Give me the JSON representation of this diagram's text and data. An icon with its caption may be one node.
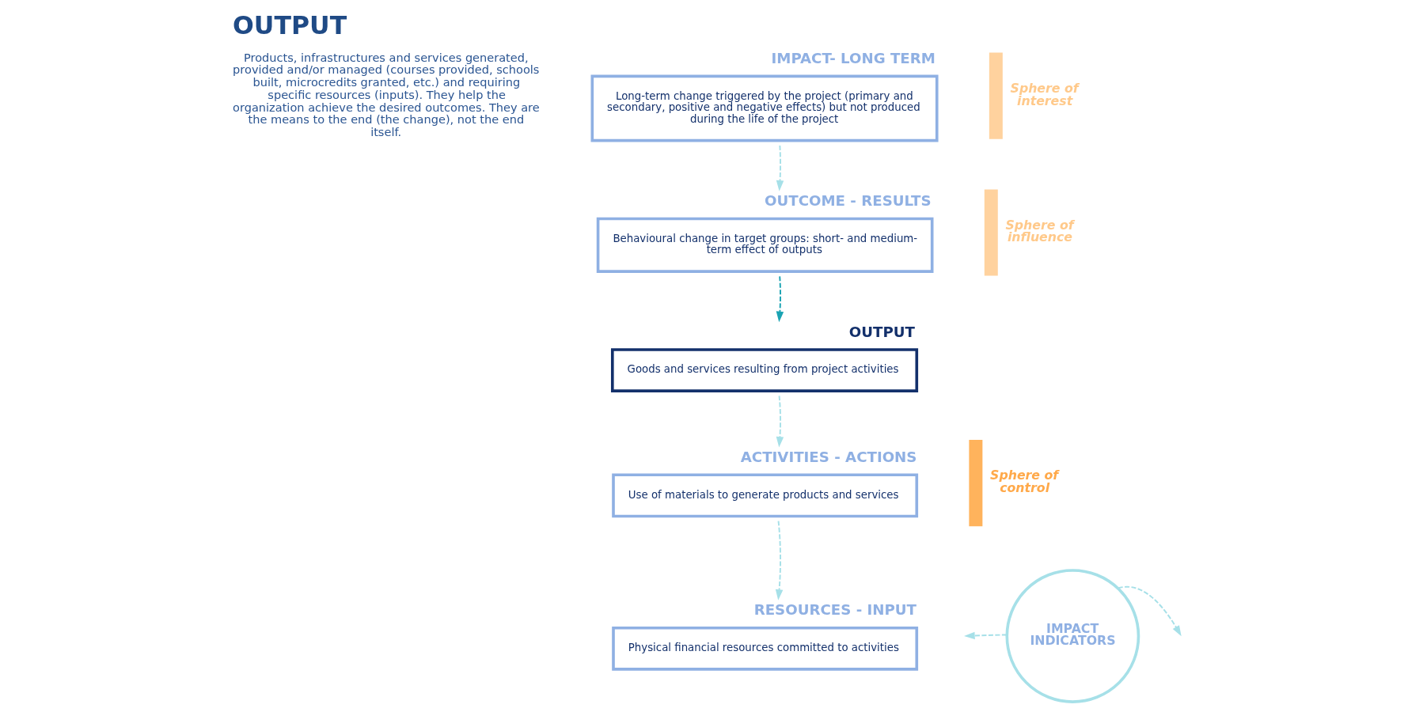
{
  "diagram": {
    "title": "OUTPUT",
    "nodes": [
      {
        "text": [
          "IMPACT- LONG TERM",
          "Long-term change triggered by the project (primary and secondary, positive and negative effects) but not produced during the life of the project"
        ]
      },
      {
        "text": [
          "OUTCOME - RESULTS",
          "Behavioural change in target groups: short- and medium-term effect of outputs"
        ]
      },
      {
        "text": [
          "OUTPUT",
          "Goods and services resulting from project activities"
        ]
      },
      {
        "text": [
          "ACTIVITIES - ACTIONS",
          "Use of materials to generate products and services"
        ]
      },
      {
        "text": [
          "RESOURCES - INPUT",
          "Physical financial resources committed to activities"
        ]
      },
      {
        "text": [
          "IMPACT INDICATORS"
        ]
      },
      {
        "text": [
          "Sphere of interest"
        ]
      },
      {
        "text": [
          "Sphere of influence"
        ]
      },
      {
        "text": [
          "Sphere of control"
        ]
      }
    ],
    "edges": [
      {
        "from": 0,
        "to": 1,
        "arrow": "to",
        "style": "dashed"
      },
      {
        "from": 1,
        "to": 2,
        "arrow": "to",
        "style": "dashed",
        "color": "#1aa3b3"
      },
      {
        "from": 2,
        "to": 3,
        "arrow": "to",
        "style": "dashed"
      },
      {
        "from": 3,
        "to": 4,
        "arrow": "to",
        "style": "dashed"
      },
      {
        "from": 5,
        "to": null,
        "arrow": "to",
        "style": "dashed"
      },
      {
        "from": 5,
        "to": null,
        "arrow": "to",
        "style": "dashed"
      }
    ],
    "labels": [
      "Products, infrastructures and services generated, provided and/or managed (courses provided, schools built, microcredits granted, etc.) and requiring specific resources (inputs). They help the organization achieve the desired outcomes. They are the means to the end (the change), not the end itself."
    ]
  }
}
